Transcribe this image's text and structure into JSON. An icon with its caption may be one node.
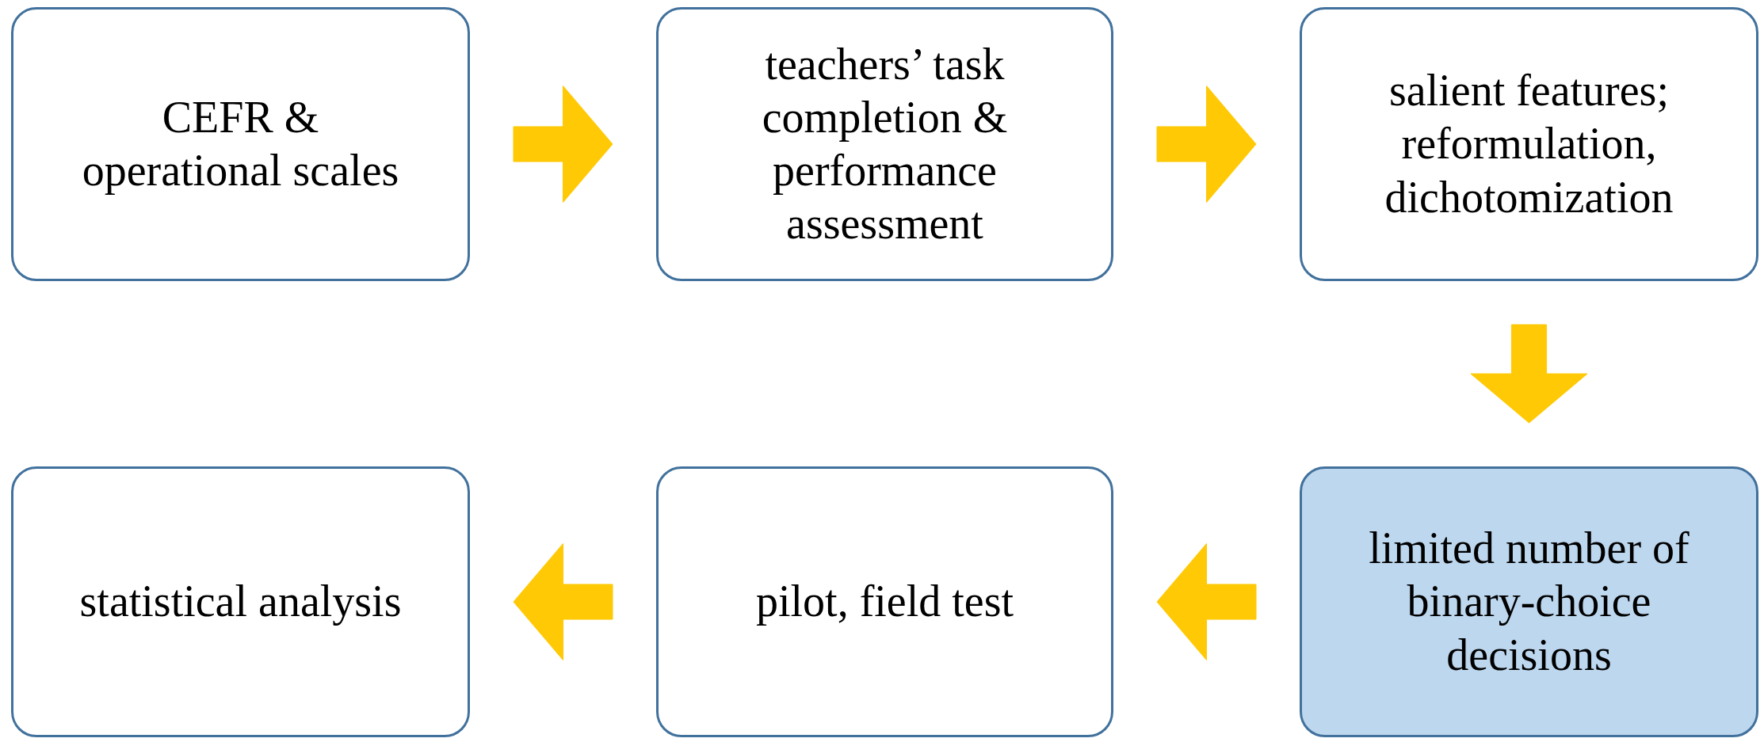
{
  "diagram": {
    "nodes": [
      {
        "text": [
          "CEFR & operational scales"
        ]
      },
      {
        "text": [
          "teachers’ task completion & performance assessment"
        ]
      },
      {
        "text": [
          "salient features; reformulation, dichotomization"
        ]
      },
      {
        "text": [
          "limited number of binary-choice decisions"
        ]
      },
      {
        "text": [
          "pilot, field test"
        ]
      },
      {
        "text": [
          "statistical analysis"
        ]
      }
    ],
    "edges": [
      {
        "from": 0,
        "to": 1,
        "arrow": "to",
        "style": "thick",
        "color": "#ffc905"
      },
      {
        "from": 1,
        "to": 2,
        "arrow": "to",
        "style": "thick",
        "color": "#ffc905"
      },
      {
        "from": 2,
        "to": 3,
        "arrow": "to",
        "style": "thick",
        "color": "#ffc905"
      },
      {
        "from": 3,
        "to": 4,
        "arrow": "to",
        "style": "thick",
        "color": "#ffc905"
      },
      {
        "from": 4,
        "to": 5,
        "arrow": "to",
        "style": "thick",
        "color": "#ffc905"
      }
    ]
  }
}
